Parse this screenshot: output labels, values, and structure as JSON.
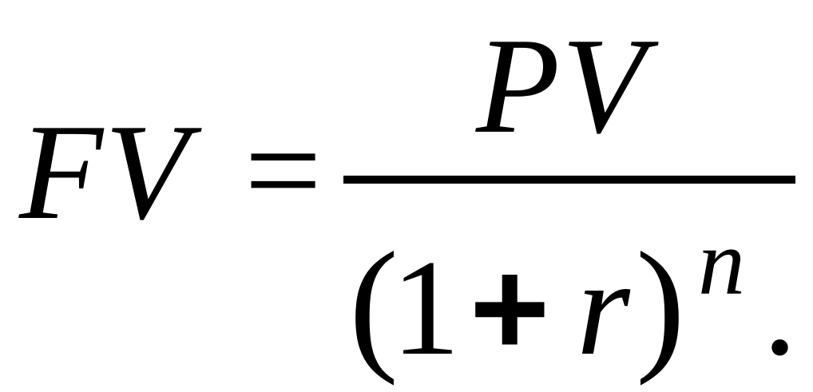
{
  "formula": {
    "lhs": "FV",
    "equals": "=",
    "numerator": "PV",
    "denominator": {
      "open_paren": "(",
      "one": "1",
      "plus": "+",
      "rate": "r",
      "close_paren": ")",
      "exponent": "n"
    },
    "trailing": "."
  }
}
